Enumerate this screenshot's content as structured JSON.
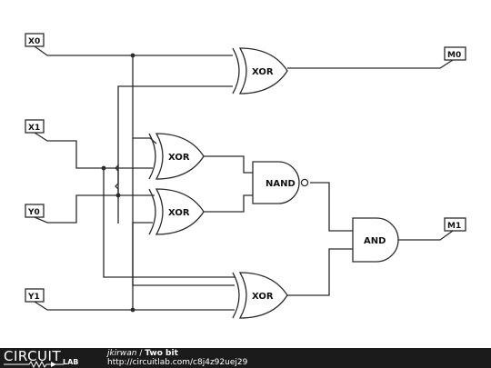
{
  "circuit": {
    "inputs": [
      "X0",
      "X1",
      "Y0",
      "Y1"
    ],
    "outputs": [
      "M0",
      "M1"
    ],
    "gates": {
      "xor_top": "XOR",
      "xor_mid_upper": "XOR",
      "xor_mid_lower": "XOR",
      "xor_bottom": "XOR",
      "nand": "NAND",
      "and": "AND"
    }
  },
  "footer": {
    "brand_top": "CIRCUIT",
    "brand_bottom": "LAB",
    "author": "jkirwan",
    "separator": " / ",
    "title": "Two bit",
    "url": "http://circuitlab.com/c8j4z92uej29"
  },
  "colors": {
    "wire": "#2b2b2b",
    "background": "#ffffff",
    "footer_background": "#1b1b1b",
    "footer_text": "#ffffff"
  }
}
